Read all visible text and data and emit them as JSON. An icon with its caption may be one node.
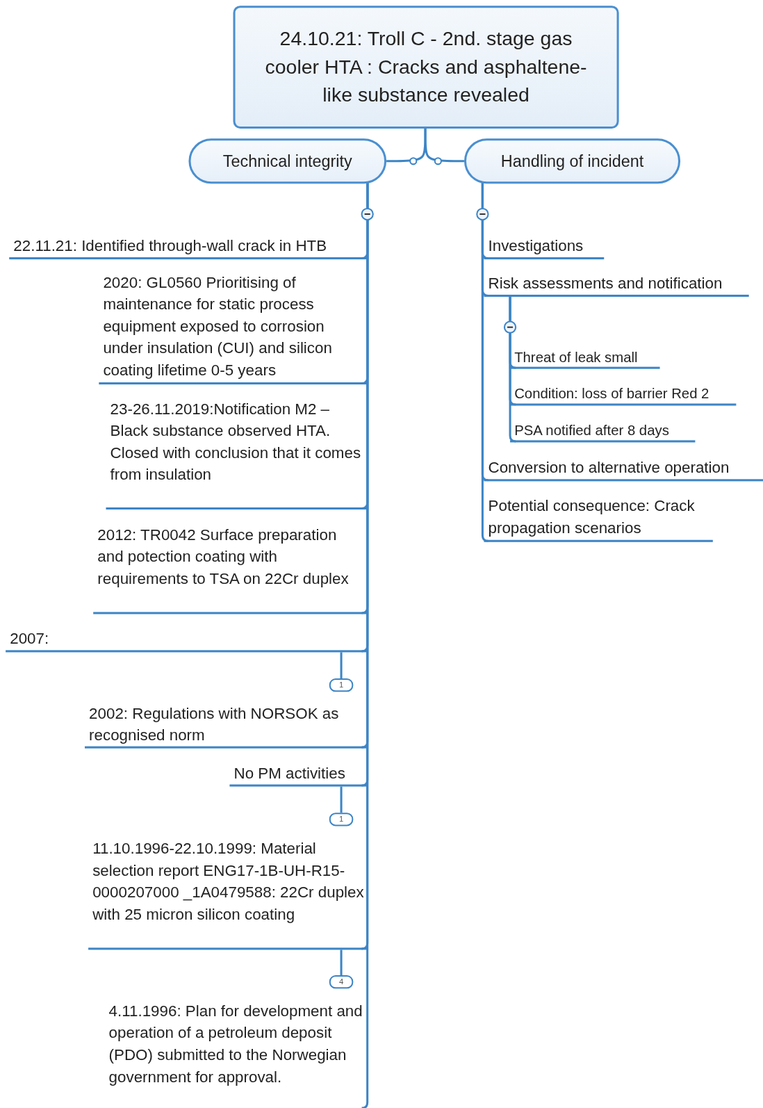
{
  "diagram": {
    "nodes": [
      {
        "text": [
          "24.10.21: Troll C - 2nd. stage gas cooler HTA : Cracks and asphaltene-like substance revealed"
        ]
      },
      {
        "text": [
          "Technical integrity"
        ]
      },
      {
        "text": [
          "Handling of incident"
        ]
      },
      {
        "text": [
          "22.11.21: Identified through-wall crack in HTB"
        ]
      },
      {
        "text": [
          "2020: GL0560 Prioritising of maintenance for static process equipment exposed to corrosion under insulation (CUI) and silicon coating lifetime 0-5 years"
        ]
      },
      {
        "text": [
          "23-26.11.2019:Notification M2 – Black substance observed HTA. Closed with conclusion that it comes from insulation"
        ]
      },
      {
        "text": [
          "2012: TR0042 Surface preparation and potection coating  with requirements to TSA on 22Cr duplex"
        ]
      },
      {
        "text": [
          "2007:"
        ]
      },
      {
        "text": [
          "2002: Regulations with NORSOK as recognised norm"
        ]
      },
      {
        "text": [
          "No PM activities"
        ]
      },
      {
        "text": [
          "11.10.1996-22.10.1999: Material selection report ENG17-1B-UH-R15-0000207000 _1A0479588: 22Cr duplex with 25 micron silicon coating"
        ]
      },
      {
        "text": [
          "4.11.1996: Plan for development and operation of a petroleum deposit (PDO) submitted to the Norwegian government for approval."
        ]
      },
      {
        "text": [
          "Investigations"
        ]
      },
      {
        "text": [
          "Risk assessments and notification"
        ]
      },
      {
        "text": [
          "Threat of leak small"
        ]
      },
      {
        "text": [
          "Condition: loss of barrier Red 2"
        ]
      },
      {
        "text": [
          "PSA notified after 8 days"
        ]
      },
      {
        "text": [
          "Conversion to alternative operation"
        ]
      },
      {
        "text": [
          "Potential consequence: Crack propagation scenarios"
        ]
      },
      {
        "text": [
          "1"
        ]
      },
      {
        "text": [
          "1"
        ]
      },
      {
        "text": [
          "4"
        ]
      }
    ],
    "edges": [
      {
        "from": 0,
        "to": 1,
        "arrow": "none"
      },
      {
        "from": 0,
        "to": 2,
        "arrow": "none"
      },
      {
        "from": 1,
        "to": 3,
        "arrow": "none"
      },
      {
        "from": 1,
        "to": 4,
        "arrow": "none"
      },
      {
        "from": 1,
        "to": 5,
        "arrow": "none"
      },
      {
        "from": 1,
        "to": 6,
        "arrow": "none"
      },
      {
        "from": 1,
        "to": 7,
        "arrow": "none"
      },
      {
        "from": 1,
        "to": 8,
        "arrow": "none"
      },
      {
        "from": 1,
        "to": 9,
        "arrow": "none"
      },
      {
        "from": 1,
        "to": 10,
        "arrow": "none"
      },
      {
        "from": 1,
        "to": 11,
        "arrow": "none"
      },
      {
        "from": 2,
        "to": 12,
        "arrow": "none"
      },
      {
        "from": 2,
        "to": 13,
        "arrow": "none"
      },
      {
        "from": 13,
        "to": 14,
        "arrow": "none"
      },
      {
        "from": 13,
        "to": 15,
        "arrow": "none"
      },
      {
        "from": 13,
        "to": 16,
        "arrow": "none"
      },
      {
        "from": 2,
        "to": 17,
        "arrow": "none"
      },
      {
        "from": 2,
        "to": 18,
        "arrow": "none"
      },
      {
        "from": 7,
        "to": 19,
        "arrow": "none"
      },
      {
        "from": 9,
        "to": 20,
        "arrow": "none"
      },
      {
        "from": 10,
        "to": 21,
        "arrow": "none"
      }
    ]
  }
}
